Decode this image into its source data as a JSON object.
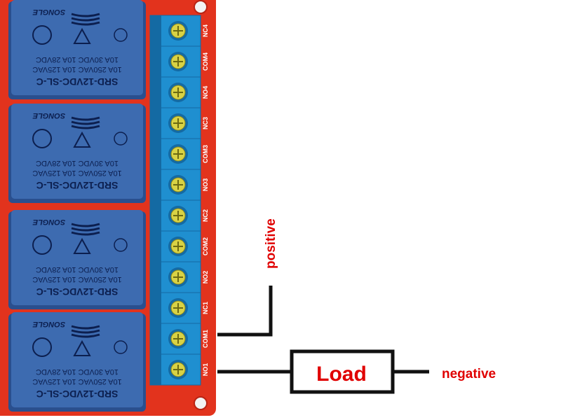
{
  "colors": {
    "pcb": "#e2331d",
    "pcb_dark": "#b82414",
    "relay_blue": "#3d6bb0",
    "relay_dark": "#2a4f8e",
    "terminal_blue": "#1f8fd0",
    "terminal_dark": "#146aa3",
    "screw": "#d8d245",
    "wire": "#111111",
    "label_red": "#e00000"
  },
  "relays": [
    {
      "model": "SRD-12VDC-SL-C",
      "rating_1": "10A 250VAC  10A 125VAC",
      "rating_2": "10A 30VDC  10A 28VDC",
      "brand": "SONGLE"
    },
    {
      "model": "SRD-12VDC-SL-C",
      "rating_1": "10A 250VAC  10A 125VAC",
      "rating_2": "10A 30VDC  10A 28VDC",
      "brand": "SONGLE"
    },
    {
      "model": "SRD-12VDC-SL-C",
      "rating_1": "10A 250VAC  10A 125VAC",
      "rating_2": "10A 30VDC  10A 28VDC",
      "brand": "SONGLE"
    },
    {
      "model": "SRD-12VDC-SL-C",
      "rating_1": "10A 250VAC  10A 125VAC",
      "rating_2": "10A 30VDC  10A 28VDC",
      "brand": "SONGLE"
    }
  ],
  "pins": [
    "NC4",
    "COM4",
    "NO4",
    "NC3",
    "COM3",
    "NO3",
    "NC2",
    "COM2",
    "NO2",
    "NC1",
    "COM1",
    "NO1"
  ],
  "labels": {
    "positive": "positive",
    "negative": "negative",
    "load": "Load"
  }
}
